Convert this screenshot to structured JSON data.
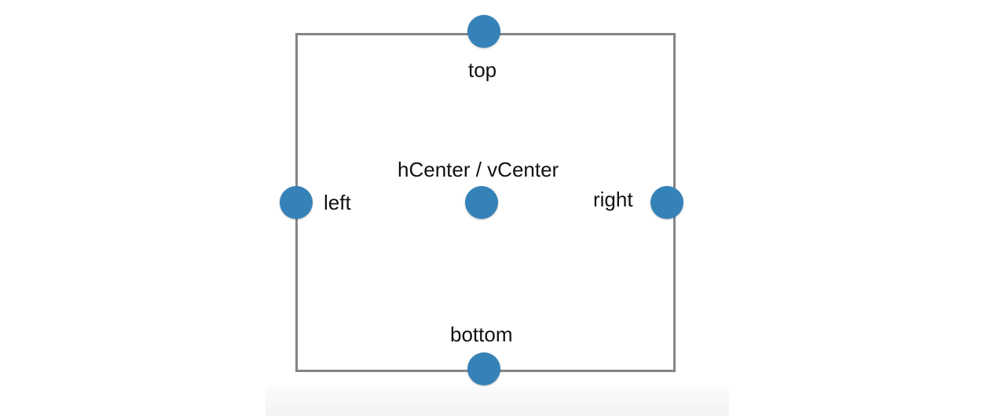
{
  "anchors": {
    "top": "top",
    "left": "left",
    "center": "hCenter / vCenter",
    "right": "right",
    "bottom": "bottom"
  },
  "colors": {
    "frame": "#858589",
    "dot": "#3582b8",
    "text": "#111111",
    "background": "#ffffff"
  }
}
